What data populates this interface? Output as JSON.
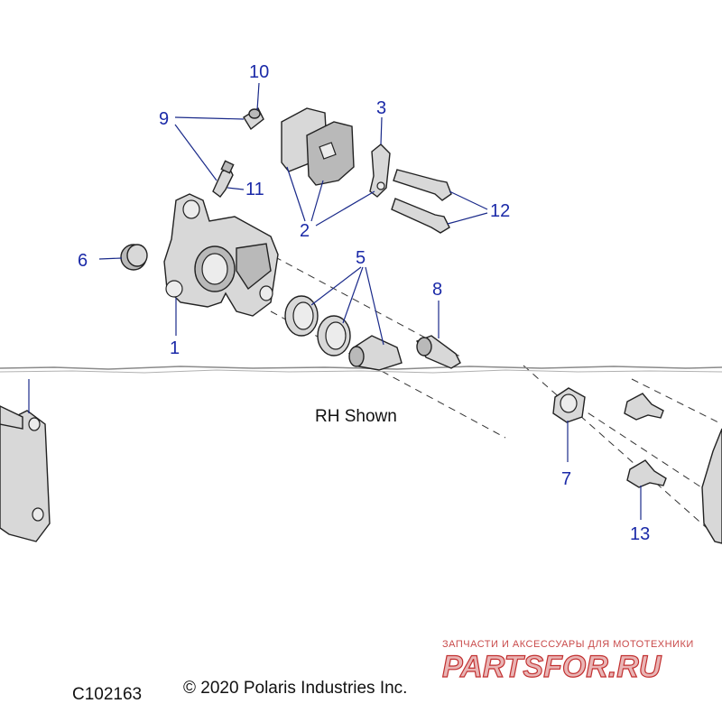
{
  "callouts": [
    {
      "id": "1",
      "label": "1"
    },
    {
      "id": "2",
      "label": "2"
    },
    {
      "id": "3",
      "label": "3"
    },
    {
      "id": "5",
      "label": "5"
    },
    {
      "id": "6",
      "label": "6"
    },
    {
      "id": "7",
      "label": "7"
    },
    {
      "id": "8",
      "label": "8"
    },
    {
      "id": "9",
      "label": "9"
    },
    {
      "id": "10",
      "label": "10"
    },
    {
      "id": "11",
      "label": "11"
    },
    {
      "id": "12",
      "label": "12"
    },
    {
      "id": "13",
      "label": "13"
    }
  ],
  "caption": "RH Shown",
  "drawing_id": "C102163",
  "copyright": "© 2020 Polaris Industries Inc.",
  "watermark": {
    "tagline": "ЗАПЧАСТИ И АКСЕССУАРЫ ДЛЯ МОТОТЕХНИКИ",
    "brand": "PARTSFOR.RU"
  },
  "colors": {
    "callout": "#1b2aa8",
    "watermark": "#c23030"
  }
}
